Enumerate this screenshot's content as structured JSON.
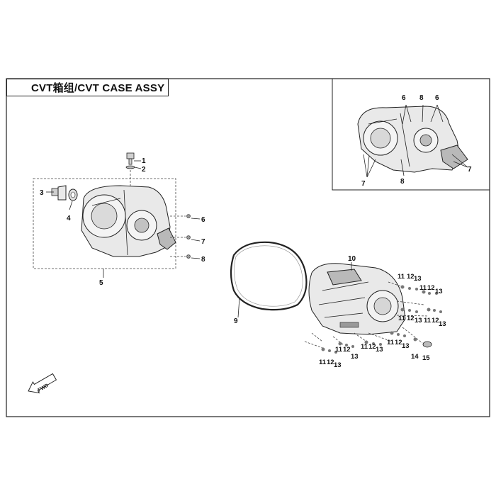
{
  "title": "CVT箱组/CVT CASE ASSY",
  "fwd_label": "FWD",
  "callouts": {
    "main": [
      "1",
      "2",
      "3",
      "4",
      "5",
      "6",
      "7",
      "8"
    ],
    "gasket": "9",
    "cover": "10",
    "inset": {
      "six": "6",
      "eight": "8",
      "seven": "7"
    },
    "bolt_group": [
      "11",
      "12",
      "13"
    ],
    "misc": [
      "14",
      "15"
    ]
  }
}
